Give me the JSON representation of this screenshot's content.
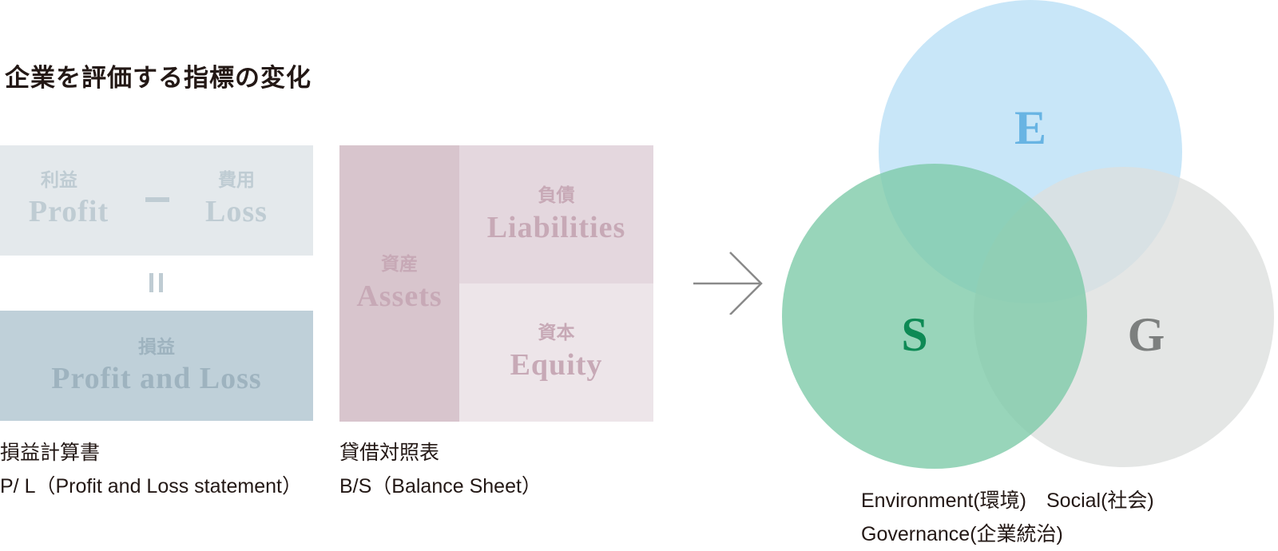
{
  "title": "企業を評価する指標の変化",
  "pl": {
    "profit_jp": "利益",
    "profit_en": "Profit",
    "loss_jp": "費用",
    "loss_en": "Loss",
    "result_jp": "損益",
    "result_en": "Profit and Loss",
    "caption_line1": "損益計算書",
    "caption_line2": "P/ L（Profit and Loss statement）"
  },
  "bs": {
    "assets_jp": "資産",
    "assets_en": "Assets",
    "liabilities_jp": "負債",
    "liabilities_en": "Liabilities",
    "equity_jp": "資本",
    "equity_en": "Equity",
    "caption_line1": "貸借対照表",
    "caption_line2": "B/S（Balance Sheet）"
  },
  "esg": {
    "e_letter": "E",
    "s_letter": "S",
    "g_letter": "G",
    "caption_line1": "Environment(環境)　Social(社会)",
    "caption_line2": "Governance(企業統治)",
    "colors": {
      "e_fill": "#c8e6f8",
      "s_fill": "#7ecaa9",
      "g_fill": "#dcdfde",
      "e_letter": "#68b4e3",
      "s_letter": "#0e8a55",
      "g_letter": "#7c7f7e"
    }
  },
  "colors": {
    "pl_light": "#e4e9ec",
    "pl_dark": "#bfd0d9",
    "bs_assets": "#d8c5cd",
    "bs_liabilities": "#e4d7de",
    "bs_equity": "#ede5e9",
    "arrow": "#8a8a8a"
  }
}
